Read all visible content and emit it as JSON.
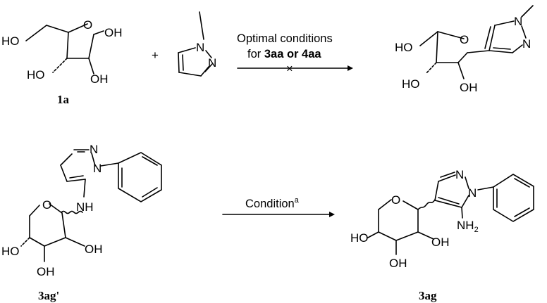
{
  "reaction_1": {
    "reactant_1_label": "1a",
    "plus": "+",
    "condition_line_1": "Optimal conditions",
    "condition_line_2_prefix": "for ",
    "condition_line_2_bold": "3aa or 4aa",
    "blocked_mark": "×",
    "reactant_1_atoms": {
      "ho_left": "HO",
      "oh_anomeric": "OH",
      "oh_c3": "HO",
      "oh_c2": "OH"
    },
    "reactant_2_atoms": {
      "n1": "N",
      "n2": "N"
    },
    "product_atoms": {
      "ho_left": "HO",
      "oh_c3": "HO",
      "oh_c2": "OH",
      "n1": "N",
      "n2": "N"
    }
  },
  "reaction_2": {
    "reactant_label": "3ag'",
    "product_label": "3ag",
    "condition_text": "Condition",
    "condition_superscript": "a",
    "reactant_atoms": {
      "n2": "N",
      "n1": "N",
      "nh": "NH",
      "ho": "HO",
      "oh_c3": "OH",
      "oh_c4": "OH"
    },
    "product_atoms": {
      "n2": "N",
      "n1": "N",
      "nh2_main": "NH",
      "nh2_sub": "2",
      "ho": "HO",
      "oh_c3": "OH",
      "oh_c4": "OH"
    }
  }
}
